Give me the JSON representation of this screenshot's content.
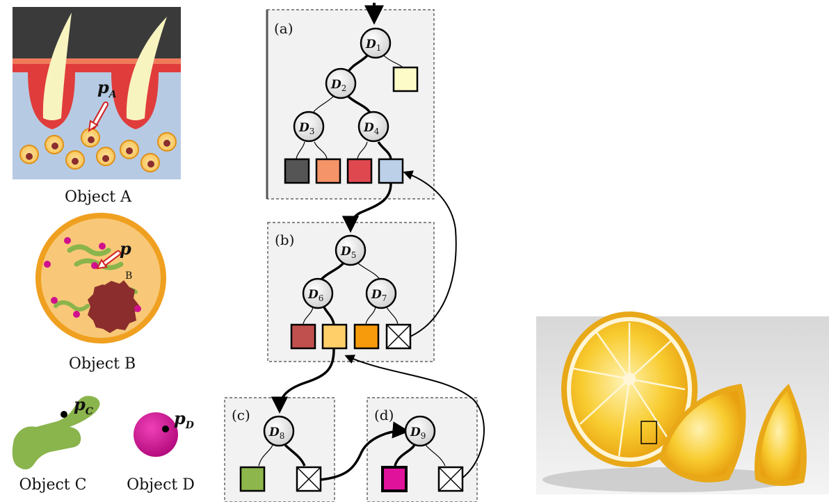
{
  "objects": {
    "a": {
      "caption": "Object A",
      "point": "p",
      "point_sub": "A"
    },
    "b": {
      "caption": "Object B",
      "point": "p",
      "point_sub": "B"
    },
    "c": {
      "caption": "Object C",
      "point": "p",
      "point_sub": "C"
    },
    "d": {
      "caption": "Object D",
      "point": "p",
      "point_sub": "D"
    }
  },
  "panels": {
    "a": {
      "label": "(a)"
    },
    "b": {
      "label": "(b)"
    },
    "c": {
      "label": "(c)"
    },
    "d": {
      "label": "(d)"
    }
  },
  "nodes": [
    {
      "id": "D1",
      "letter": "D",
      "sub": "1"
    },
    {
      "id": "D2",
      "letter": "D",
      "sub": "2"
    },
    {
      "id": "D3",
      "letter": "D",
      "sub": "3"
    },
    {
      "id": "D4",
      "letter": "D",
      "sub": "4"
    },
    {
      "id": "D5",
      "letter": "D",
      "sub": "5"
    },
    {
      "id": "D6",
      "letter": "D",
      "sub": "6"
    },
    {
      "id": "D7",
      "letter": "D",
      "sub": "7"
    },
    {
      "id": "D8",
      "letter": "D",
      "sub": "8"
    },
    {
      "id": "D9",
      "letter": "D",
      "sub": "9"
    }
  ],
  "leaf_colors": {
    "d1_right": "#fdfbc8",
    "d3_left": "#555555",
    "d3_right": "#f59468",
    "d4_left": "#e04850",
    "d4_right": "#bcd0e8",
    "d6_left": "#c0504d",
    "d6_right": "#ffcf6a",
    "d7_left": "#f79a0c",
    "d8_left": "#8db64c",
    "d9_left": "#e0129c"
  },
  "colors": {
    "panel_fill": "#f2f2f2",
    "skin_dark": "#3a3a3a",
    "skin_red": "#e03c3c",
    "skin_blue": "#b6cbe3",
    "cell_orange": "#f0a020",
    "nucleus": "#8b2d2d",
    "organelle_green": "#8ab44c",
    "dot_magenta": "#d0108c",
    "orange_fruit": "#f4c020"
  }
}
